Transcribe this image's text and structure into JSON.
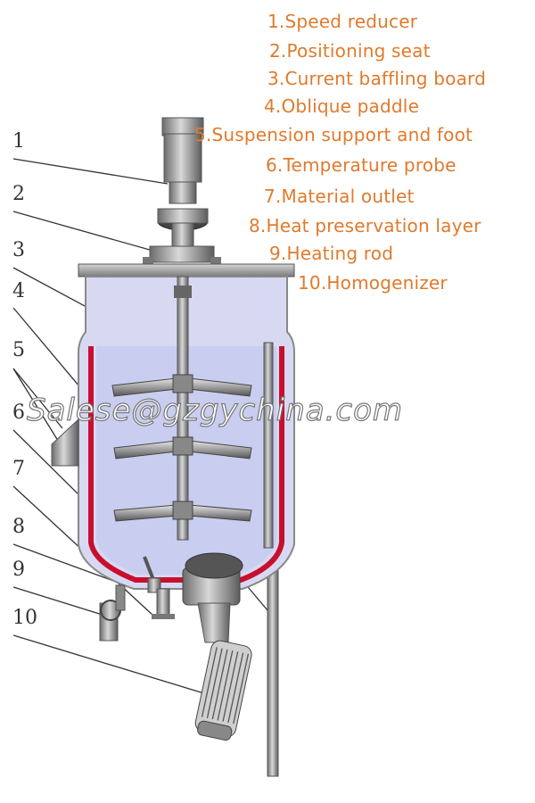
{
  "legend": [
    "1.Speed reducer",
    "2.Positioning seat",
    "3.Current baffling board",
    "4.Oblique paddle",
    "5.Suspension support and foot",
    "6.Temperature probe",
    "7.Material outlet",
    "8.Heat preservation layer",
    "9.Heating rod",
    "10.Homogenizer"
  ],
  "callout_numbers": [
    "1",
    "2",
    "3",
    "4",
    "5",
    "6",
    "7",
    "8",
    "9",
    "10"
  ],
  "watermark": "Salese@gzgychina.com",
  "colors": {
    "legend_text": "#e07a2c",
    "tank_fill": "#c9cdf0",
    "heating_layer": "#c8102e",
    "metal": "#9a9a9a"
  }
}
